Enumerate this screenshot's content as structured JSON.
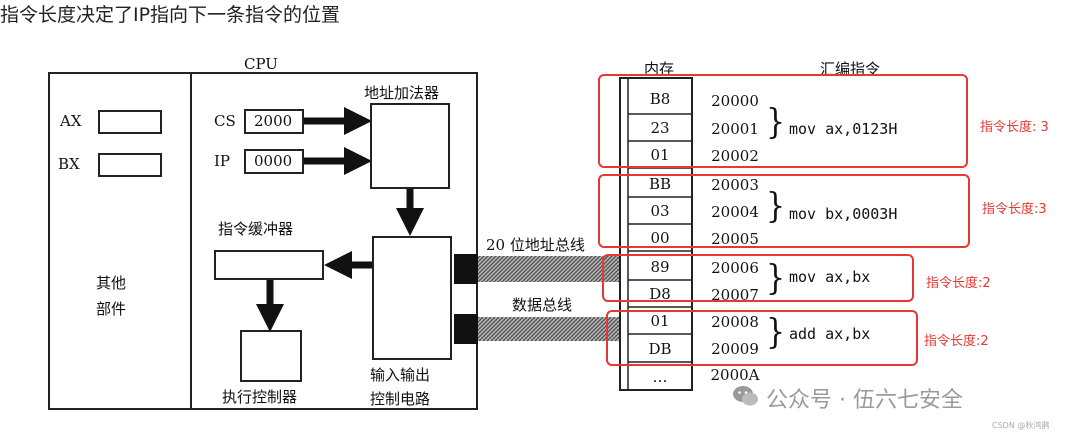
{
  "heading": "指令长度决定了IP指向下一条指令的位置",
  "cpu": {
    "title": "CPU",
    "reg_ax": "AX",
    "reg_bx": "BX",
    "other_parts_line1": "其他",
    "other_parts_line2": "部件",
    "cs_label": "CS",
    "cs_value": "2000",
    "ip_label": "IP",
    "ip_value": "0000",
    "adder": "地址加法器",
    "instr_buffer": "指令缓冲器",
    "exec_ctrl": "执行控制器",
    "io_line1": "输入输出",
    "io_line2": "控制电路"
  },
  "bus": {
    "address_bus": "20 位地址总线",
    "data_bus": "数据总线"
  },
  "memory": {
    "header": "内存",
    "asm_header": "汇编指令",
    "cells": [
      "B8",
      "23",
      "01",
      "BB",
      "03",
      "00",
      "89",
      "D8",
      "01",
      "DB",
      "…"
    ],
    "addresses": [
      "20000",
      "20001",
      "20002",
      "20003",
      "20004",
      "20005",
      "20006",
      "20007",
      "20008",
      "20009",
      "2000A"
    ]
  },
  "instructions": [
    {
      "asm": "mov ax,0123H",
      "length_note": "指令长度: 3"
    },
    {
      "asm": "mov bx,0003H",
      "length_note": "指令长度:3"
    },
    {
      "asm": "mov ax,bx",
      "length_note": "指令长度:2"
    },
    {
      "asm": "add ax,bx",
      "length_note": "指令长度:2"
    }
  ],
  "watermark": {
    "text": "公众号 · 伍六七安全",
    "credit": "CSDN @秋鸿鹊"
  },
  "colors": {
    "annotation": "#e53935",
    "line": "#222222"
  }
}
